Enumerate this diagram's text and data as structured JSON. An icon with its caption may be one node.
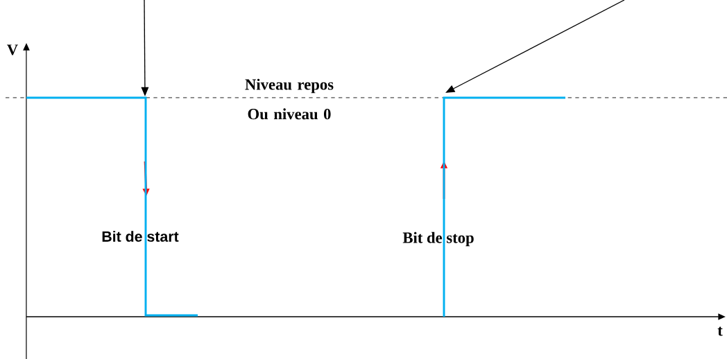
{
  "diagram": {
    "nodes": [
      {
        "text": [],
        "shape": "line"
      },
      {
        "text": [],
        "shape": "line"
      }
    ],
    "edges": [
      {
        "from": null,
        "to": 0,
        "arrow": "to"
      },
      {
        "from": null,
        "to": 1,
        "arrow": "to"
      }
    ],
    "labels": [
      "V",
      "Niveau repos Ou niveau 0",
      "Bit de start",
      "Bit de stop",
      "t"
    ]
  }
}
